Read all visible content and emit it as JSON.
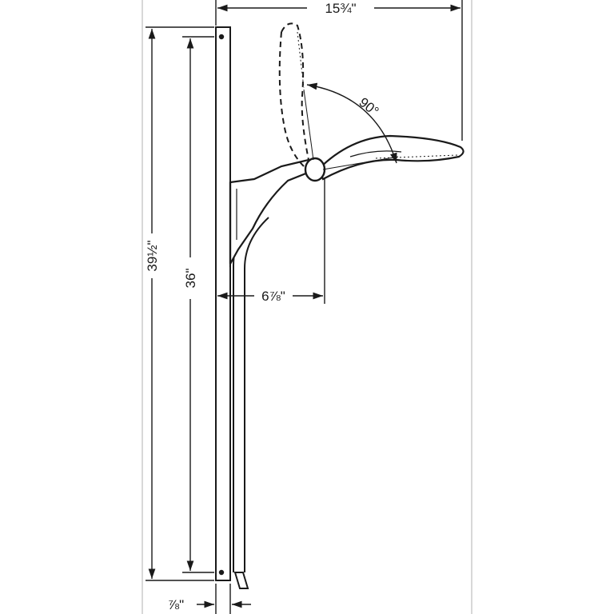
{
  "dimensions": {
    "overall_width": "15¾\"",
    "overall_height": "39½\"",
    "rail_height": "36\"",
    "projection": "6⅞\"",
    "rail_width": "⅞\"",
    "tilt_angle": "90°"
  },
  "colors": {
    "line": "#1a1a1a",
    "frame": "#cccccc",
    "background": "#ffffff"
  }
}
